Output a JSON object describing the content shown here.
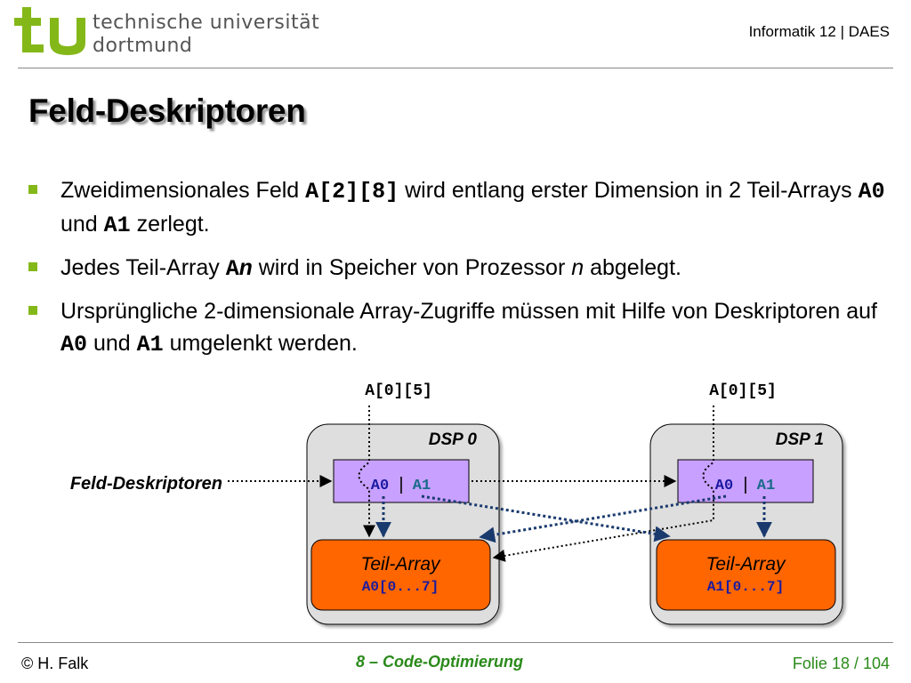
{
  "header": {
    "logo_line1": "technische universität",
    "logo_line2": "dortmund",
    "right": "Informatik 12 | DAES"
  },
  "title": "Feld-Deskriptoren",
  "bullets": [
    {
      "t1": "Zweidimensionales Feld ",
      "c1": "A[2][8]",
      "t2": " wird entlang erster Dimension in 2 Teil-Arrays ",
      "c2": "A0",
      "t3": " und ",
      "c3": "A1",
      "t4": " zerlegt."
    },
    {
      "t1": "Jedes Teil-Array ",
      "c1": "A",
      "c1i": "n",
      "t2": " wird in Speicher von Prozessor ",
      "i1": "n",
      "t3": " abgelegt."
    },
    {
      "t1": "Ursprüngliche 2-dimensionale Array-Zugriffe müssen mit Hilfe von Deskriptoren auf ",
      "c1": "A0",
      "t2": " und ",
      "c2": "A1",
      "t3": " umgelenkt werden."
    }
  ],
  "diagram": {
    "label_left": "Feld-Deskriptoren",
    "dsp0": {
      "access": "A[0][5]",
      "name": "DSP 0",
      "desc_a0": "A0",
      "desc_sep": "|",
      "desc_a1": "A1",
      "array_title": "Teil-Array",
      "array_code": "A0[0...7]"
    },
    "dsp1": {
      "access": "A[0][5]",
      "name": "DSP 1",
      "desc_a0": "A0",
      "desc_sep": "|",
      "desc_a1": "A1",
      "array_title": "Teil-Array",
      "array_code": "A1[0...7]"
    },
    "colors": {
      "descriptor_fill": "#c8a0ff",
      "array_fill": "#ff6600",
      "dsp_fill": "#dedede",
      "arrow_dark": "#1a3a6e",
      "code_a0": "#1a1aa0",
      "code_a1": "#1a6a8a"
    }
  },
  "footer": {
    "left": "© H. Falk",
    "center": "8 – Code-Optimierung",
    "right": "Folie 18 / 104"
  }
}
